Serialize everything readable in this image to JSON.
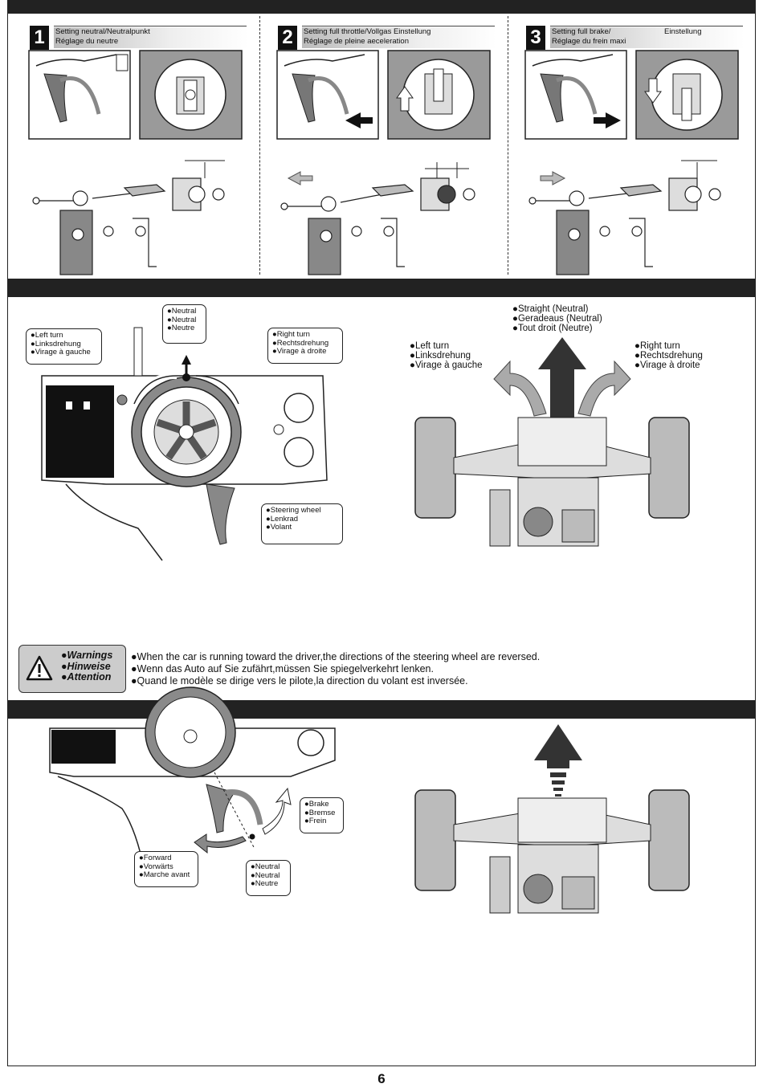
{
  "steps": [
    {
      "number": "1",
      "title_line1": "Setting neutral/Neutralpunkt",
      "title_line2": "Réglage du neutre",
      "extra": ""
    },
    {
      "number": "2",
      "title_line1": "Setting full throttle/Vollgas Einstellung",
      "title_line2": "Réglage de pleine aeceleration",
      "extra": ""
    },
    {
      "number": "3",
      "title_line1": "Setting full brake/",
      "title_line2": "Réglage du frein maxi",
      "extra": "Einstellung"
    }
  ],
  "steering_left": {
    "neutral": [
      "●Neutral",
      "●Neutral",
      "●Neutre"
    ],
    "left_turn": [
      "●Left turn",
      "●Linksdrehung",
      "●Virage à gauche"
    ],
    "right_turn": [
      "●Right turn",
      "●Rechtsdrehung",
      "●Virage à droite"
    ],
    "steering_wheel": [
      "●Steering wheel",
      "●Lenkrad",
      "●Volant"
    ]
  },
  "steering_right": {
    "straight": [
      "●Straight (Neutral)",
      "●Geradeaus (Neutral)",
      "●Tout droit (Neutre)"
    ],
    "left_turn": [
      "●Left turn",
      "●Linksdrehung",
      "●Virage à gauche"
    ],
    "right_turn": [
      "●Right turn",
      "●Rechtsdrehung",
      "●Virage à droite"
    ]
  },
  "warning": {
    "labels": [
      "●Warnings",
      "●Hinweise",
      "●Attention"
    ],
    "lines": [
      "●When the car is running toward the driver,the directions of the steering wheel are reversed.",
      "●Wenn das Auto auf Sie zufährt,müssen Sie spiegelverkehrt lenken.",
      "●Quand le modèle se dirige vers le pilote,la direction du volant est inversée."
    ],
    "icon": "warning-triangle-icon"
  },
  "throttle": {
    "brake": [
      "●Brake",
      "●Bremse",
      "●Frein"
    ],
    "forward": [
      "●Forward",
      "●Vorwärts",
      "●Marche avant"
    ],
    "neutral": [
      "●Neutral",
      "●Neutral",
      "●Neutre"
    ]
  },
  "page_number": "6",
  "colors": {
    "band": "#222222",
    "warning_bg": "#cccccc",
    "panel_gray": "#9a9a9a",
    "ring_gray": "#8a8a8a"
  }
}
